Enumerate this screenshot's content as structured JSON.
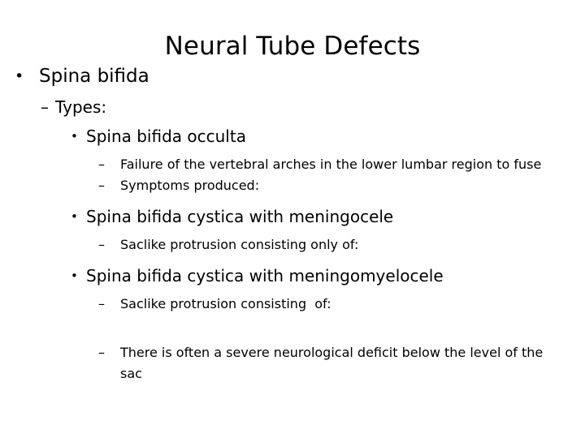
{
  "slide": {
    "title": "Neural Tube Defects",
    "background_color": "#ffffff",
    "text_color": "#000000",
    "markers": {
      "level1_bullet": "•",
      "level2_dash": "–",
      "level3_bullet": "•",
      "level4_dash": "–"
    },
    "outline": [
      {
        "level": 1,
        "marker": "•",
        "text": "Spina bifida"
      },
      {
        "level": 2,
        "marker": "–",
        "text": "Types:"
      },
      {
        "level": 3,
        "marker": "•",
        "text": "Spina bifida occulta"
      },
      {
        "level": 4,
        "marker": "–",
        "text": "Failure of the vertebral arches in the lower lumbar region to fuse"
      },
      {
        "level": 4,
        "marker": "–",
        "text": "Symptoms produced:"
      },
      {
        "level": 3,
        "marker": "•",
        "text": "Spina bifida cystica with meningocele"
      },
      {
        "level": 4,
        "marker": "–",
        "text": "Saclike protrusion consisting only of:"
      },
      {
        "level": 3,
        "marker": "•",
        "text": "Spina bifida cystica with meningomyelocele"
      },
      {
        "level": 4,
        "marker": "–",
        "text": "Saclike protrusion consisting  of:"
      },
      {
        "level": 4,
        "marker": "–",
        "text": "There is often a severe neurological deficit below the level of the sac"
      }
    ]
  }
}
